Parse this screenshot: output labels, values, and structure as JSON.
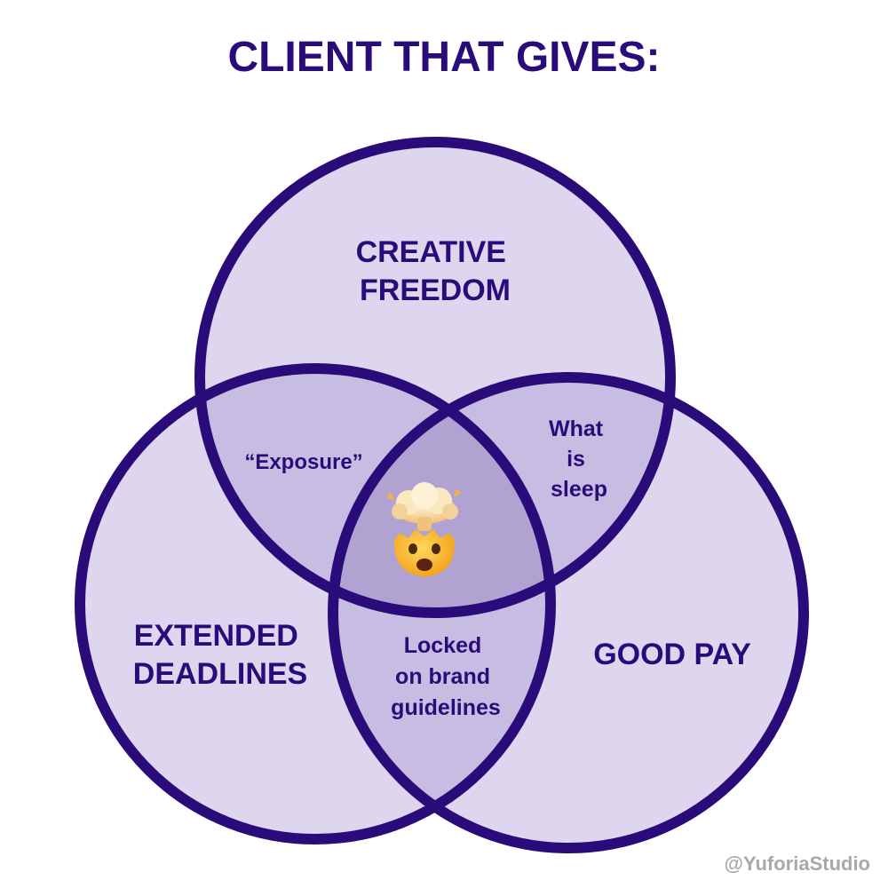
{
  "title": "CLIENT THAT GIVES:",
  "colors": {
    "ink": "#2a0b7a",
    "circle_fill": "#ddd6ee",
    "pair_overlap": "#c7bde2",
    "center_overlap": "#b0a3d2",
    "watermark": "#a9a9a9"
  },
  "sets": {
    "top": {
      "lines": [
        "CREATIVE",
        "FREEDOM"
      ]
    },
    "left": {
      "lines": [
        "EXTENDED",
        "DEADLINES"
      ]
    },
    "right": {
      "lines": [
        "GOOD PAY"
      ]
    }
  },
  "overlaps": {
    "top_left": {
      "lines": [
        "“Exposure”"
      ]
    },
    "top_right": {
      "lines": [
        "What",
        "is",
        "sleep"
      ]
    },
    "left_right": {
      "lines": [
        "Locked",
        "on brand",
        "guidelines"
      ]
    },
    "center": {
      "icon": "exploding-head-icon"
    }
  },
  "watermark": "@YuforiaStudio"
}
